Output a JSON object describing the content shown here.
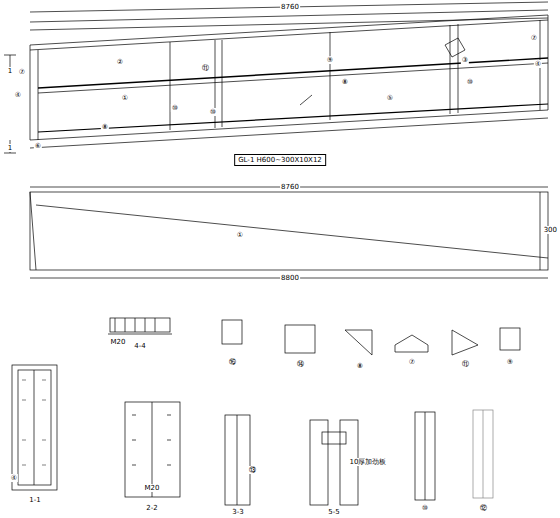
{
  "diagram": {
    "labels": [
      "8760",
      "1",
      "1",
      "⑦",
      "④",
      "⑥",
      "②",
      "①",
      "⑧",
      "⑩",
      "⑩",
      "⑪",
      "⑨",
      "⑧",
      "⑤",
      "③",
      "⑩",
      "④",
      "⑦",
      "GL-1 H600~300X10X12",
      "8760",
      "①",
      "300",
      "8800",
      "1-1",
      "4-4",
      "2-2",
      "3-3",
      "5-5",
      "⑯",
      "⑭",
      "⑧",
      "⑦",
      "⑪",
      "⑨",
      "⑩",
      "⑫",
      "M20",
      "10厚加劲板",
      "④",
      "⑬",
      "M20"
    ]
  }
}
